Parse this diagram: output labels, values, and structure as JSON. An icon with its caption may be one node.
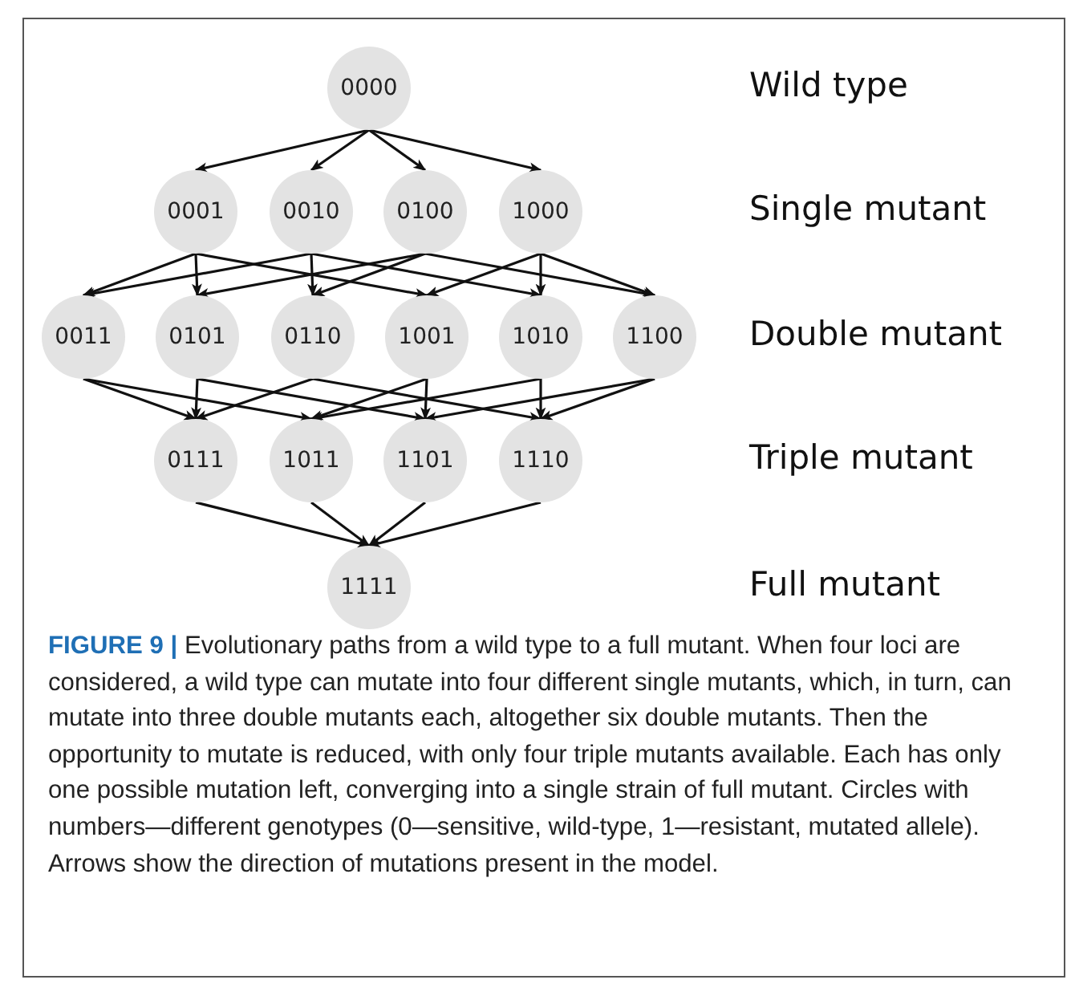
{
  "diagram": {
    "caption": "**FIGURE 9 |** Evolutionary paths from a wild type to a full mutant. When four loci are considered, a wild type can mutate into four different single mutants, which, in turn, can mutate into three double mutants each, altogether six double mutants. Then the opportunity to mutate is reduced, with only four triple mutants available. Each has only one possible mutation left, converging into a single strain of full mutant. Circles with numbers—different genotypes (0—sensitive, wild-type, 1—resistant, mutated allele). Arrows show the direction of mutations present in the model.",
    "nodes": [
      {
        "text": [
          "0000"
        ]
      },
      {
        "text": [
          "0001"
        ]
      },
      {
        "text": [
          "0010"
        ]
      },
      {
        "text": [
          "0100"
        ]
      },
      {
        "text": [
          "1000"
        ]
      },
      {
        "text": [
          "0011"
        ]
      },
      {
        "text": [
          "0101"
        ]
      },
      {
        "text": [
          "0110"
        ]
      },
      {
        "text": [
          "1001"
        ]
      },
      {
        "text": [
          "1010"
        ]
      },
      {
        "text": [
          "1100"
        ]
      },
      {
        "text": [
          "0111"
        ]
      },
      {
        "text": [
          "1011"
        ]
      },
      {
        "text": [
          "1101"
        ]
      },
      {
        "text": [
          "1110"
        ]
      },
      {
        "text": [
          "1111"
        ]
      }
    ],
    "edges": [
      {
        "from": 0,
        "to": 1,
        "arrow": "to"
      },
      {
        "from": 0,
        "to": 2,
        "arrow": "to"
      },
      {
        "from": 0,
        "to": 3,
        "arrow": "to"
      },
      {
        "from": 0,
        "to": 4,
        "arrow": "to"
      },
      {
        "from": 1,
        "to": 5,
        "arrow": "to"
      },
      {
        "from": 1,
        "to": 6,
        "arrow": "to"
      },
      {
        "from": 1,
        "to": 8,
        "arrow": "to"
      },
      {
        "from": 2,
        "to": 5,
        "arrow": "to"
      },
      {
        "from": 2,
        "to": 7,
        "arrow": "to"
      },
      {
        "from": 2,
        "to": 9,
        "arrow": "to"
      },
      {
        "from": 3,
        "to": 6,
        "arrow": "to"
      },
      {
        "from": 3,
        "to": 7,
        "arrow": "to"
      },
      {
        "from": 3,
        "to": 10,
        "arrow": "to"
      },
      {
        "from": 4,
        "to": 8,
        "arrow": "to"
      },
      {
        "from": 4,
        "to": 9,
        "arrow": "to"
      },
      {
        "from": 4,
        "to": 10,
        "arrow": "to"
      },
      {
        "from": 5,
        "to": 11,
        "arrow": "to"
      },
      {
        "from": 5,
        "to": 12,
        "arrow": "to"
      },
      {
        "from": 6,
        "to": 11,
        "arrow": "to"
      },
      {
        "from": 6,
        "to": 13,
        "arrow": "to"
      },
      {
        "from": 7,
        "to": 11,
        "arrow": "to"
      },
      {
        "from": 7,
        "to": 14,
        "arrow": "to"
      },
      {
        "from": 8,
        "to": 12,
        "arrow": "to"
      },
      {
        "from": 8,
        "to": 13,
        "arrow": "to"
      },
      {
        "from": 9,
        "to": 12,
        "arrow": "to"
      },
      {
        "from": 9,
        "to": 14,
        "arrow": "to"
      },
      {
        "from": 10,
        "to": 13,
        "arrow": "to"
      },
      {
        "from": 10,
        "to": 14,
        "arrow": "to"
      },
      {
        "from": 11,
        "to": 15,
        "arrow": "to"
      },
      {
        "from": 12,
        "to": 15,
        "arrow": "to"
      },
      {
        "from": 13,
        "to": 15,
        "arrow": "to"
      },
      {
        "from": 14,
        "to": 15,
        "arrow": "to"
      }
    ],
    "labels": [
      "Wild type",
      "Single mutant",
      "Double mutant",
      "Triple mutant",
      "Full mutant"
    ]
  }
}
